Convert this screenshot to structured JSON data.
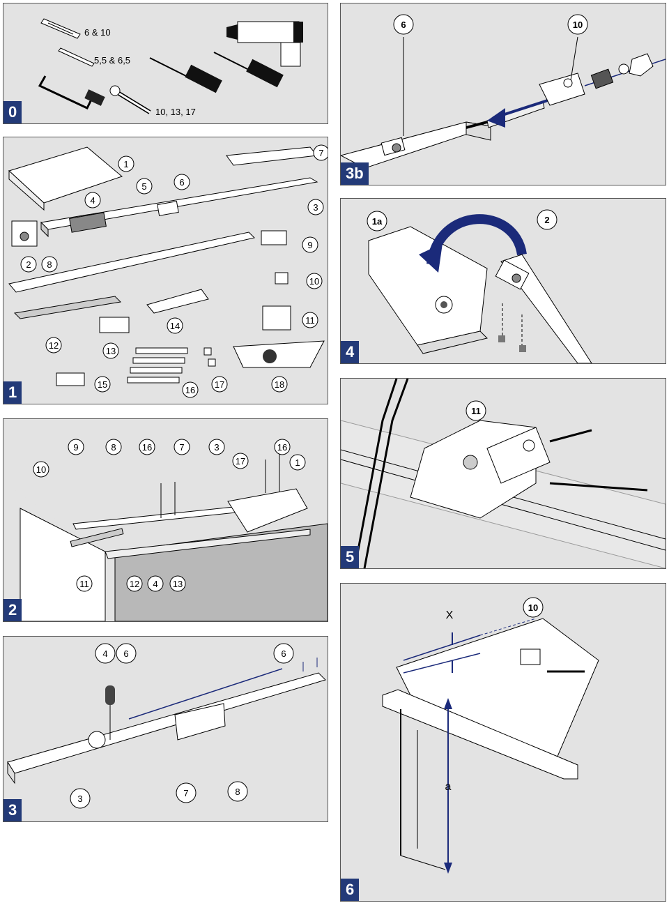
{
  "steps": {
    "s0": "0",
    "s1": "1",
    "s2": "2",
    "s3": "3",
    "s3b": "3b",
    "s4": "4",
    "s5": "5",
    "s6": "6"
  },
  "panel0": {
    "drill_large": "6 & 10",
    "drill_small": "5,5 & 6,5",
    "wrench_sizes": "10, 13, 17"
  },
  "panel1": {
    "c1": "1",
    "c2": "2",
    "c3": "3",
    "c4": "4",
    "c5": "5",
    "c6": "6",
    "c7": "7",
    "c8": "8",
    "c9": "9",
    "c10": "10",
    "c11": "11",
    "c12": "12",
    "c13": "13",
    "c14": "14",
    "c15": "15",
    "c16": "16",
    "c17": "17",
    "c18": "18"
  },
  "panel2": {
    "c9": "9",
    "c8": "8",
    "c16a": "16",
    "c7": "7",
    "c3": "3",
    "c16b": "16",
    "c17": "17",
    "c1": "1",
    "c10": "10",
    "c11": "11",
    "c12": "12",
    "c4": "4",
    "c13": "13"
  },
  "panel3": {
    "c4": "4",
    "c6a": "6",
    "c6b": "6",
    "c3": "3",
    "c7": "7",
    "c8": "8"
  },
  "panel3b": {
    "c6": "6",
    "c10": "10"
  },
  "panel4": {
    "c1a": "1a",
    "c2": "2"
  },
  "panel5": {
    "c11": "11"
  },
  "panel6": {
    "c10": "10",
    "x": "X",
    "a": "a"
  },
  "colors": {
    "step_bg": "#233a78",
    "panel_bg": "#e3e3e3",
    "accent": "#1b2a7a"
  }
}
